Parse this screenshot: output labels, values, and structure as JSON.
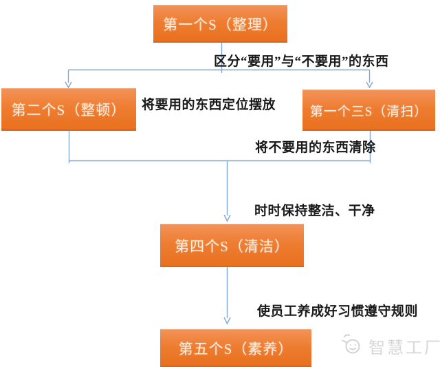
{
  "diagram": {
    "title_hint": "5S flow diagram",
    "nodes": [
      {
        "id": "s1",
        "label": "第一个S（整理）"
      },
      {
        "id": "s2",
        "label": "第二个S（整顿）"
      },
      {
        "id": "s3",
        "label": "第一个三S（清扫）"
      },
      {
        "id": "s4",
        "label": "第四个S（清洁）"
      },
      {
        "id": "s5",
        "label": "第五个S（素养）"
      }
    ],
    "annotations": [
      {
        "id": "a1",
        "text": "区分“要用”与“不要用”的东西"
      },
      {
        "id": "a2",
        "text": "将要用的东西定位摆放"
      },
      {
        "id": "a3",
        "text": "将不要用的东西清除"
      },
      {
        "id": "a4",
        "text": "时时保持整洁、干净"
      },
      {
        "id": "a5",
        "text": "使员工养成好习惯遵守规则"
      }
    ],
    "colors": {
      "node_fill": "#ED7D31",
      "node_fill_top": "#F3935A",
      "node_fill_bottom": "#E86F1E",
      "node_text": "#FDEEE2",
      "connector": "#7EA6D6",
      "annotation_text": "#1A1A1A",
      "watermark_gray": "#D7D7D7"
    }
  },
  "watermark": {
    "text": "智慧工厂",
    "icon": "smiley-face-icon"
  }
}
